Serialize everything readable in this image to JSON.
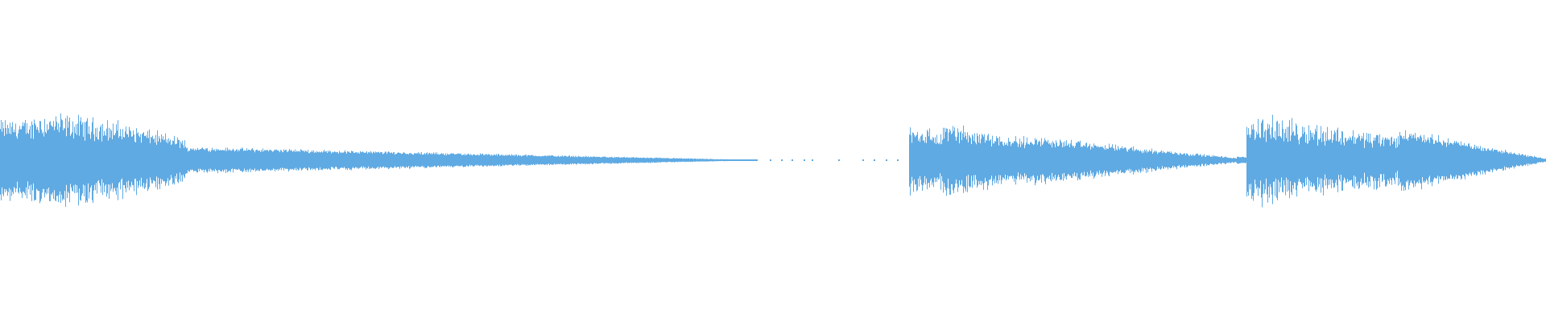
{
  "waveform": {
    "color": "#5faae3",
    "background": "#ffffff",
    "duration_fraction_silent_start": 0.49,
    "duration_fraction_silent_end": 0.587,
    "segments": [
      {
        "start": 0.0,
        "end": 0.022,
        "peak": 0.19,
        "decay": 0.0,
        "jitter": 0.25
      },
      {
        "start": 0.022,
        "end": 0.05,
        "peak": 0.22,
        "decay": 0.1,
        "jitter": 0.3
      },
      {
        "start": 0.05,
        "end": 0.08,
        "peak": 0.2,
        "decay": 0.15,
        "jitter": 0.3
      },
      {
        "start": 0.08,
        "end": 0.12,
        "peak": 0.17,
        "decay": 0.4,
        "jitter": 0.25
      },
      {
        "start": 0.12,
        "end": 0.49,
        "peak": 0.07,
        "decay": 0.985,
        "jitter": 0.1
      },
      {
        "start": 0.588,
        "end": 0.61,
        "peak": 0.17,
        "decay": 0.3,
        "jitter": 0.35
      },
      {
        "start": 0.61,
        "end": 0.665,
        "peak": 0.17,
        "decay": 0.4,
        "jitter": 0.3
      },
      {
        "start": 0.665,
        "end": 0.8,
        "peak": 0.12,
        "decay": 0.9,
        "jitter": 0.2
      },
      {
        "start": 0.8,
        "end": 0.806,
        "peak": 0.02,
        "decay": 0.2,
        "jitter": 0.1
      },
      {
        "start": 0.806,
        "end": 0.905,
        "peak": 0.2,
        "decay": 0.45,
        "jitter": 0.35
      },
      {
        "start": 0.905,
        "end": 1.0,
        "peak": 0.16,
        "decay": 0.95,
        "jitter": 0.15
      }
    ],
    "sparse_ticks": [
      0.498,
      0.505,
      0.512,
      0.52,
      0.525,
      0.542,
      0.558,
      0.565,
      0.573,
      0.58
    ]
  }
}
